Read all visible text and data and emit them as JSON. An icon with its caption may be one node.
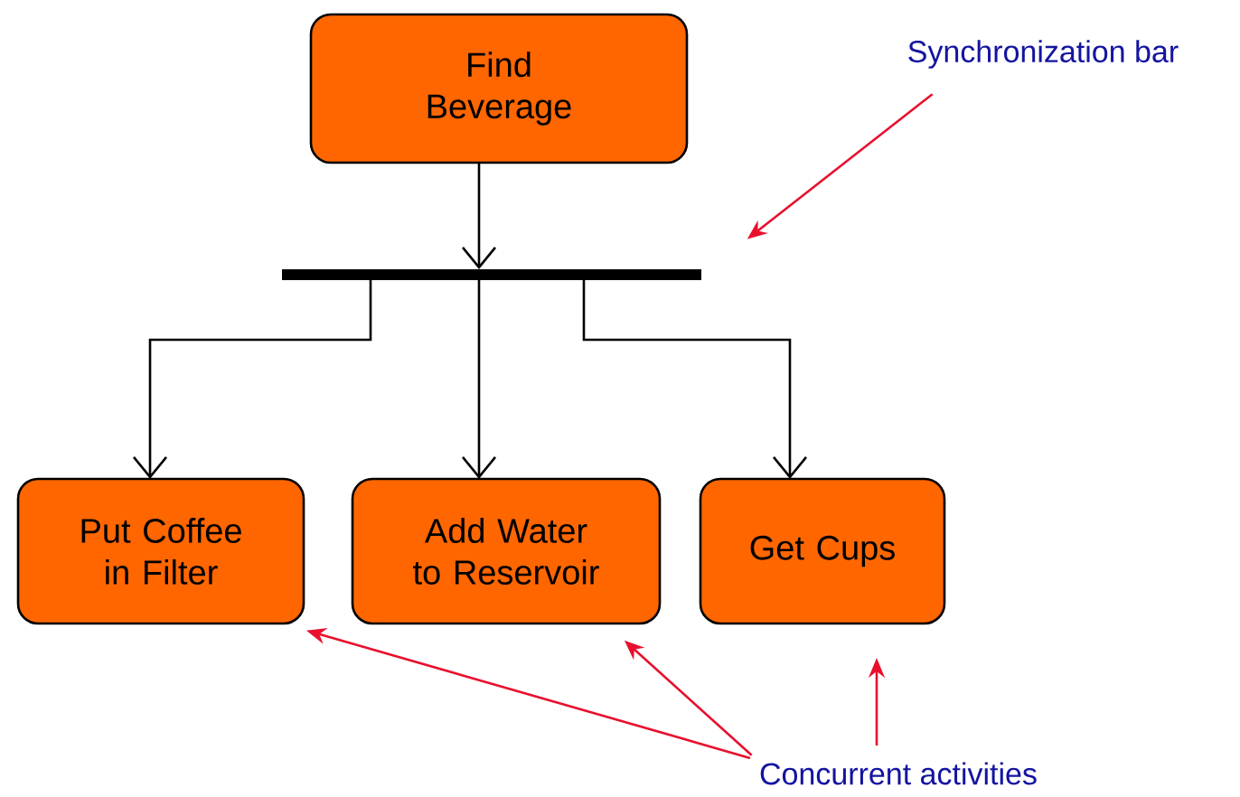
{
  "diagram": {
    "nodes": [
      {
        "text": [
          "Find Beverage"
        ]
      },
      {
        "text": [],
        "shape": "bar"
      },
      {
        "text": [
          "Put Coffee in Filter"
        ]
      },
      {
        "text": [
          "Add Water to Reservoir"
        ]
      },
      {
        "text": [
          "Get Cups"
        ]
      },
      {
        "text": [
          "Synchronization bar"
        ]
      },
      {
        "text": [
          "Concurrent activities"
        ]
      }
    ],
    "edges": [
      {
        "from": 0,
        "to": 1,
        "arrow": "to"
      },
      {
        "from": 1,
        "to": 2,
        "arrow": "to"
      },
      {
        "from": 1,
        "to": 3,
        "arrow": "to"
      },
      {
        "from": 1,
        "to": 4,
        "arrow": "to"
      },
      {
        "from": 5,
        "to": 1,
        "arrow": "to",
        "color": "#e8102e"
      },
      {
        "from": 6,
        "to": 2,
        "arrow": "to",
        "color": "#e8102e"
      },
      {
        "from": 6,
        "to": 3,
        "arrow": "to",
        "color": "#e8102e"
      },
      {
        "from": 6,
        "to": 4,
        "arrow": "to",
        "color": "#e8102e"
      }
    ]
  }
}
